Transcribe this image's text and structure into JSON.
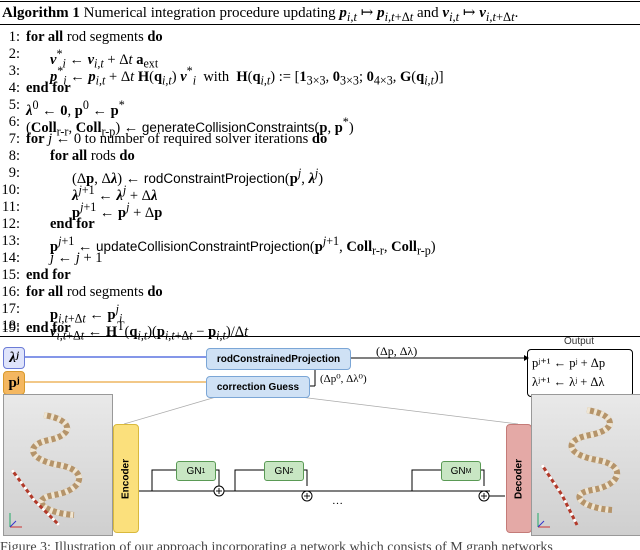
{
  "algorithm": {
    "label": "Algorithm 1",
    "title": "Numerical integration procedure updating p_{i,t} ↦ p_{i,t+Δt} and v_{i,t} ↦ v_{i,t+Δt}.",
    "lines": [
      {
        "num": "1:",
        "text": "for all rod segments do"
      },
      {
        "num": "2:",
        "text": "v*ᵢ ← v_{i,t} + Δt a_ext"
      },
      {
        "num": "3:",
        "text": "p*ᵢ ← p_{i,t} + Δt H(q_{i,t}) v*ᵢ  with  H(q_{i,t}) := [1₃ₓ₃, 0₃ₓ₃; 0₄ₓ₃, G(q_{i,t})]"
      },
      {
        "num": "4:",
        "text": "end for"
      },
      {
        "num": "5:",
        "text": "λ⁰ ← 0, p⁰ ← p*"
      },
      {
        "num": "6:",
        "text": "(Coll_{r-r}, Coll_{r-p}) ← generateCollisionConstraints(p, p*)"
      },
      {
        "num": "7:",
        "text": "for j ← 0 to number of required solver iterations do"
      },
      {
        "num": "8:",
        "text": "for all rods do"
      },
      {
        "num": "9:",
        "text": "(Δp, Δλ) ← rodConstraintProjection(pʲ, λʲ)"
      },
      {
        "num": "10:",
        "text": "λʲ⁺¹ ← λʲ + Δλ"
      },
      {
        "num": "11:",
        "text": "pʲ⁺¹ ← pʲ + Δp"
      },
      {
        "num": "12:",
        "text": "end for"
      },
      {
        "num": "13:",
        "text": "pʲ⁺¹ ← updateCollisionConstraintProjection(pʲ⁺¹, Coll_{r-r}, Coll_{r-p})"
      },
      {
        "num": "14:",
        "text": "j ← j + 1"
      },
      {
        "num": "15:",
        "text": "end for"
      },
      {
        "num": "16:",
        "text": "for all rod segments do"
      },
      {
        "num": "17:",
        "text": "p_{i,t+Δt} ← pʲᵢ"
      },
      {
        "num": "18:",
        "text": "v_{i,t+Δt} ← Hᵀ(q_{i,t})(p_{i,t+Δt} − p_{i,t})/Δt"
      },
      {
        "num": "19:",
        "text": "end for"
      }
    ]
  },
  "diagram": {
    "inputs": {
      "lambda": "λʲ",
      "p": "pʲ"
    },
    "rod_constrained_projection": "rodConstrainedProjection",
    "correction_guess": "correction Guess",
    "delta_label": "(Δp, Δλ)",
    "delta0_label": "(Δp⁰, Δλ⁰)",
    "output_label": "Output",
    "output_line1": "pʲ⁺¹ ← pʲ + Δp",
    "output_line2": "λʲ⁺¹ ← λʲ + Δλ",
    "encoder": "Encoder",
    "decoder": "Decoder",
    "gn1": "GN",
    "gn1_sup": "1",
    "gn2": "GN",
    "gn2_sup": "2",
    "gnM": "GN",
    "gnM_sup": "M",
    "ellipsis": "…",
    "colors": {
      "input_lambda_bg": "#dfe4fb",
      "input_p_bg": "#f4b760",
      "projection_bg": "#cfe1f5",
      "encoder_bg": "#fbe07c",
      "decoder_bg": "#e4a9a6",
      "gn_bg": "#c8e6c3",
      "lambda_line": "#3b57d9",
      "p_line": "#e9a640"
    }
  },
  "caption_fragment": "Figure 3: Illustration of our approach incorporating a network which consists of M graph networks"
}
